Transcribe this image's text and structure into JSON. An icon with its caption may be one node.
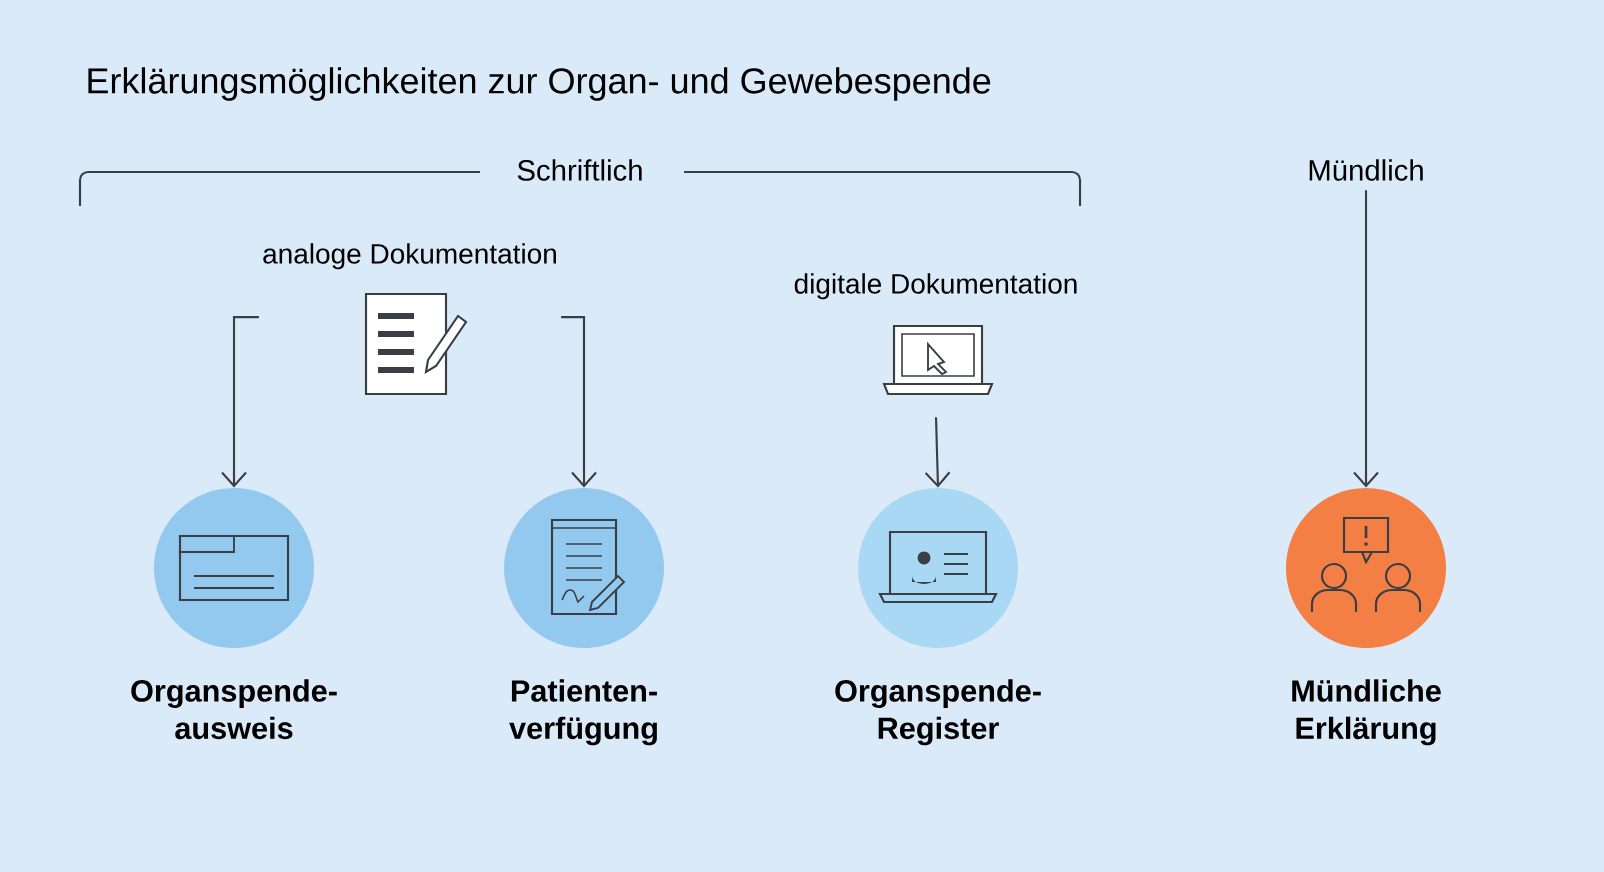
{
  "diagram": {
    "title": "Erklärungsmöglichkeiten zur Organ- und Gewebespende",
    "nodes": [
      {
        "text": [
          "analoge Dokumentation"
        ]
      },
      {
        "text": [
          "Organspende- ausweis"
        ]
      },
      {
        "text": [
          "Patienten- verfügung"
        ]
      },
      {
        "text": [
          "digitale Dokumentation"
        ]
      },
      {
        "text": [
          "Organspende- Register"
        ]
      },
      {
        "text": [
          "Mündlich"
        ]
      },
      {
        "text": [
          "Mündliche Erklärung"
        ]
      }
    ],
    "edges": [
      {
        "from": 0,
        "to": 1,
        "arrow": "to"
      },
      {
        "from": 0,
        "to": 2,
        "arrow": "to"
      },
      {
        "from": 3,
        "to": 4,
        "arrow": "to"
      },
      {
        "from": 5,
        "to": 6,
        "arrow": "to"
      }
    ],
    "labels": [
      "Schriftlich"
    ]
  }
}
